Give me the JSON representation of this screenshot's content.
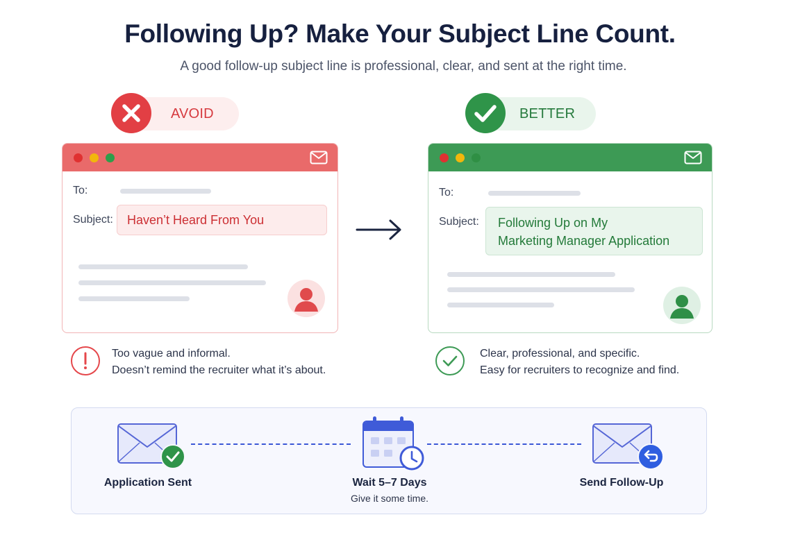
{
  "header": {
    "title": "Following Up? Make Your Subject Line Count.",
    "subtitle": "A good follow-up subject line is professional, clear, and sent at the right time."
  },
  "avoid": {
    "badge": "AVOID",
    "to_label": "To:",
    "subject_label": "Subject:",
    "subject_line": "Haven’t Heard From You",
    "note_line1": "Too vague and informal.",
    "note_line2": "Doesn’t remind the recruiter what it’s about."
  },
  "better": {
    "badge": "BETTER",
    "to_label": "To:",
    "subject_label": "Subject:",
    "subject_line_1": "Following Up on My",
    "subject_line_2": "Marketing Manager Application",
    "note_line1": "Clear, professional, and specific.",
    "note_line2": "Easy for recruiters to recognize and find."
  },
  "timeline": {
    "steps": [
      {
        "label": "Application Sent",
        "icon": "envelope-check-icon"
      },
      {
        "label": "Wait 5–7 Days",
        "sub": "Give it some time.",
        "icon": "calendar-clock-icon"
      },
      {
        "label": "Send Follow-Up",
        "icon": "envelope-reply-icon"
      }
    ]
  },
  "colors": {
    "avoid_accent": "#e23f44",
    "better_accent": "#2f9449",
    "timeline_accent": "#3b57d6",
    "title": "#16203f"
  }
}
